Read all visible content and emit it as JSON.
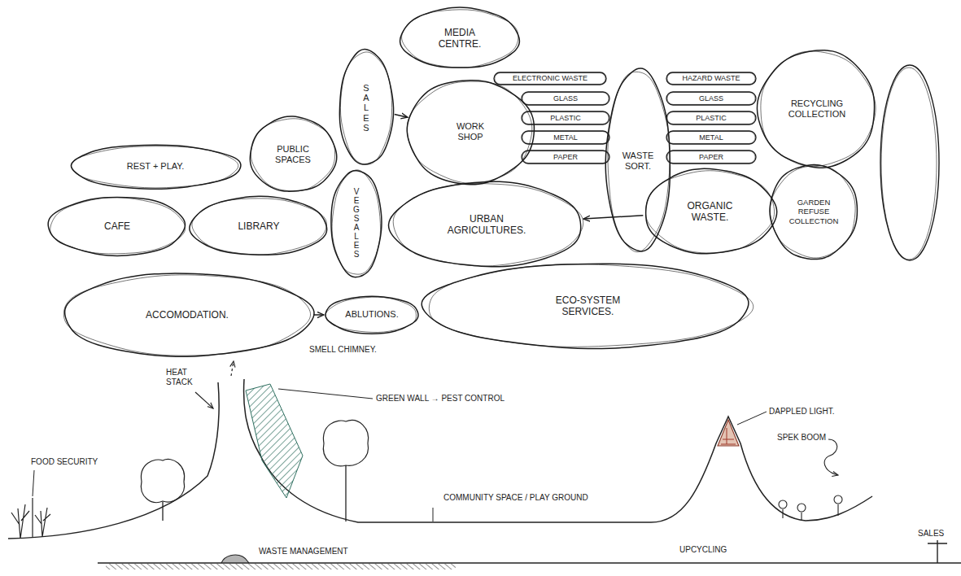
{
  "diagram": {
    "nodes": [
      {
        "text": [
          "MEDIA CENTRE."
        ]
      },
      {
        "text": [
          "ELECTRONIC WASTE"
        ]
      },
      {
        "text": [
          "HAZARD WASTE"
        ]
      },
      {
        "text": [
          "RECYCLING COLLECTION"
        ]
      },
      {
        "text": [
          "SALES"
        ]
      },
      {
        "text": [
          "WORK SHOP"
        ]
      },
      {
        "text": [
          "GLASS"
        ]
      },
      {
        "text": [
          "WASTE SORT."
        ]
      },
      {
        "text": [
          "GLASS"
        ]
      },
      {
        "text": [
          "PLASTIC"
        ]
      },
      {
        "text": [
          "PLASTIC"
        ]
      },
      {
        "text": [
          "METAL"
        ]
      },
      {
        "text": [
          "METAL"
        ]
      },
      {
        "text": [
          "PAPER"
        ]
      },
      {
        "text": [
          "PAPER"
        ]
      },
      {
        "text": [
          "PUBLIC SPACES"
        ]
      },
      {
        "text": [
          "REST + PLAY."
        ]
      },
      {
        "text": [
          "VEG SALES"
        ]
      },
      {
        "text": [
          "URBAN AGRICULTURES."
        ]
      },
      {
        "text": [
          "ORGANIC WASTE."
        ]
      },
      {
        "text": [
          "GARDEN REFUSE COLLECTION"
        ]
      },
      {
        "text": [
          "CAFE"
        ]
      },
      {
        "text": [
          "LIBRARY"
        ]
      },
      {
        "text": [
          "ACCOMODATION."
        ]
      },
      {
        "text": [
          "ABLUTIONS."
        ]
      },
      {
        "text": [
          "ECO-SYSTEM SERVICES."
        ]
      }
    ],
    "edges": [
      {
        "from": 4,
        "to": 5,
        "arrow": "to"
      },
      {
        "from": 19,
        "to": 18,
        "arrow": "to"
      },
      {
        "from": 23,
        "to": 24,
        "arrow": "to"
      }
    ],
    "labels": [
      "SMELL CHIMNEY.",
      "HEAT STACK",
      "GREEN WALL → PEST CONTROL",
      "FOOD SECURITY",
      "COMMUNITY SPACE / PLAY GROUND",
      "DAPPLED LIGHT.",
      "SPEK BOOM",
      "WASTE MANAGEMENT",
      "UPCYCLING",
      "SALES"
    ]
  }
}
